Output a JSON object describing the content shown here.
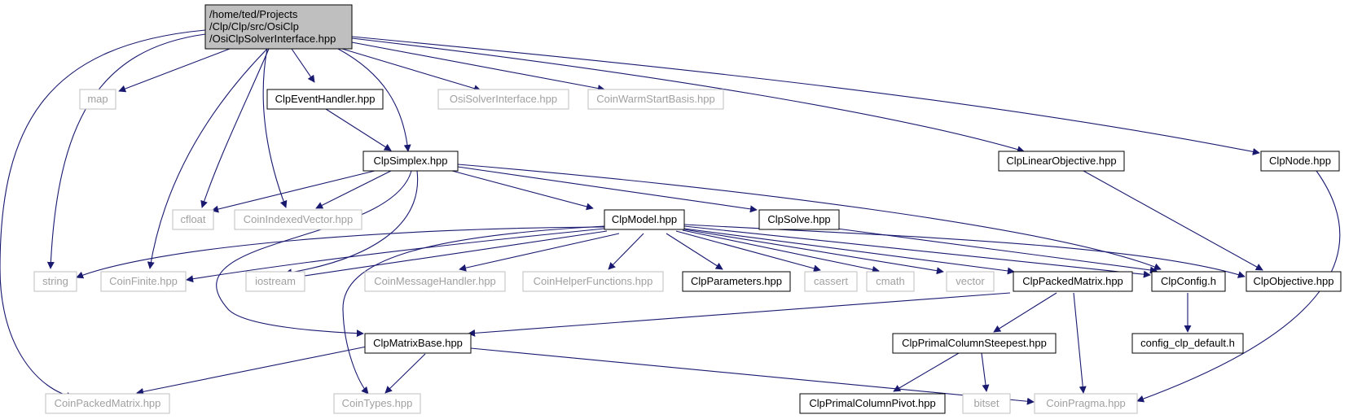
{
  "graph": {
    "colors": {
      "edge": "#191970",
      "documented_border": "#000000",
      "external_border": "#bfbfbf",
      "external_text": "#a0a0a0",
      "root_fill": "#bfbfbf"
    },
    "root": {
      "line1": "/home/ted/Projects",
      "line2": "/Clp/Clp/src/OsiClp",
      "line3": "/OsiClpSolverInterface.hpp"
    },
    "nodes": {
      "map": "map",
      "clp_event_handler": "ClpEventHandler.hpp",
      "osi_solver_interface": "OsiSolverInterface.hpp",
      "coin_warm_start_basis": "CoinWarmStartBasis.hpp",
      "clp_simplex": "ClpSimplex.hpp",
      "clp_linear_objective": "ClpLinearObjective.hpp",
      "clp_node": "ClpNode.hpp",
      "cfloat": "cfloat",
      "coin_indexed_vector": "CoinIndexedVector.hpp",
      "clp_model": "ClpModel.hpp",
      "clp_solve": "ClpSolve.hpp",
      "string": "string",
      "coin_finite": "CoinFinite.hpp",
      "iostream": "iostream",
      "coin_message_handler": "CoinMessageHandler.hpp",
      "coin_helper_functions": "CoinHelperFunctions.hpp",
      "clp_parameters": "ClpParameters.hpp",
      "cassert": "cassert",
      "cmath": "cmath",
      "vector": "vector",
      "clp_packed_matrix": "ClpPackedMatrix.hpp",
      "clp_config": "ClpConfig.h",
      "clp_objective": "ClpObjective.hpp",
      "clp_matrix_base": "ClpMatrixBase.hpp",
      "clp_primal_column_steepest": "ClpPrimalColumnSteepest.hpp",
      "config_clp_default": "config_clp_default.h",
      "coin_packed_matrix": "CoinPackedMatrix.hpp",
      "coin_types": "CoinTypes.hpp",
      "clp_primal_column_pivot": "ClpPrimalColumnPivot.hpp",
      "bitset": "bitset",
      "coin_pragma": "CoinPragma.hpp"
    }
  }
}
